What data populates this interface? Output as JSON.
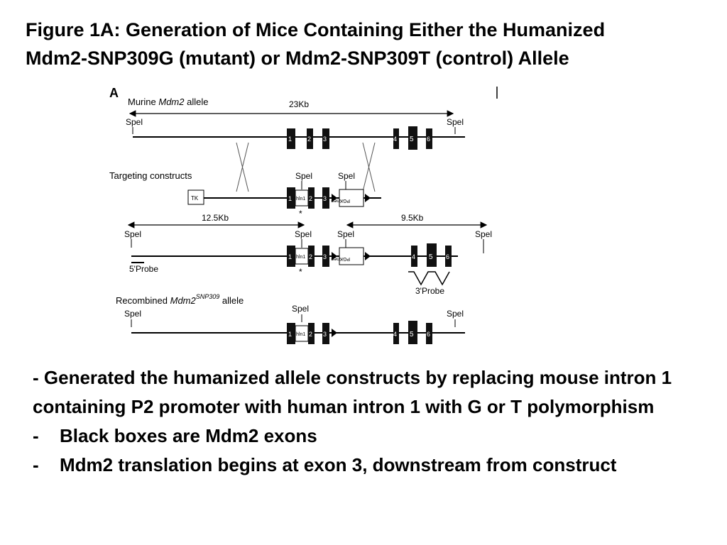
{
  "title": {
    "line1": "Figure 1A: Generation of Mice Containing Either the Humanized",
    "line2": "Mdm2-SNP309G (mutant) or Mdm2-SNP309T (control) Allele"
  },
  "figure": {
    "panel_label": "A",
    "murine_allele_label": "Murine ",
    "murine_allele_gene": "Mdm2",
    "murine_allele_suffix": " allele",
    "size_23kb": "23Kb",
    "spel": "Spel",
    "targeting_constructs_label": "Targeting constructs",
    "tk_label": "TK",
    "hin1_label": "hln1",
    "pgkneo_label": "PGKneo",
    "asterisk": "*",
    "size_12_5kb": "12.5Kb",
    "size_9_5kb": "9.5Kb",
    "probe5_label": "5'Probe",
    "probe3_label": "3'Probe",
    "recombined_label": "Recombined ",
    "recombined_gene": "Mdm2",
    "recombined_superscript": "SNP309",
    "recombined_suffix": " allele",
    "exon_labels": [
      "1",
      "2",
      "3",
      "4",
      "5",
      "6"
    ]
  },
  "bullets": {
    "intro": "- Generated the humanized allele constructs by replacing mouse intron 1 containing P2 promoter with human intron 1 with G or T polymorphism",
    "dash": "-",
    "item1": "Black boxes are Mdm2 exons",
    "item2": "Mdm2 translation begins at exon 3, downstream from construct"
  }
}
